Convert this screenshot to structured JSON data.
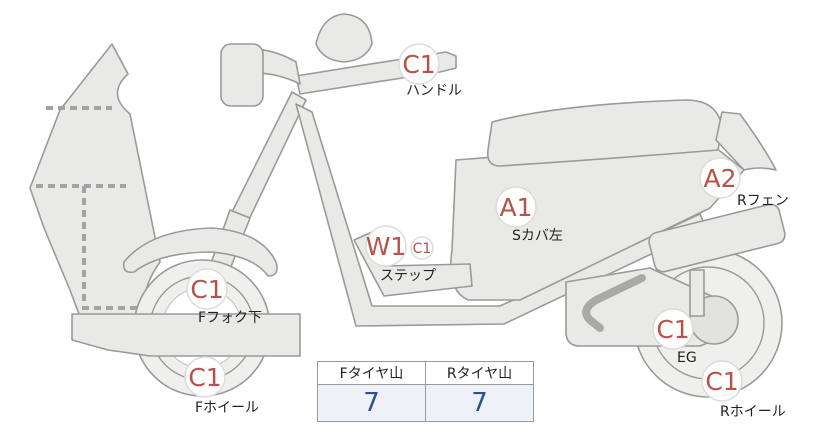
{
  "points": [
    {
      "id": "handle",
      "grade": "C1",
      "label": "ハンドル"
    },
    {
      "id": "r-fender",
      "grade": "A2",
      "label": "Rフェン"
    },
    {
      "id": "s-cover-left",
      "grade": "A1",
      "label": "Sカバ左"
    },
    {
      "id": "step",
      "grade": "W1",
      "grade_small": "C1",
      "label": "ステップ"
    },
    {
      "id": "f-fork-lower",
      "grade": "C1",
      "label": "Fフォク下"
    },
    {
      "id": "eg",
      "grade": "C1",
      "label": "EG"
    },
    {
      "id": "f-wheel",
      "grade": "C1",
      "label": "Fホイール"
    },
    {
      "id": "r-wheel",
      "grade": "C1",
      "label": "Rホイール"
    }
  ],
  "tire_table": {
    "headers": [
      "Fタイヤ山",
      "Rタイヤ山"
    ],
    "values": [
      "7",
      "7"
    ]
  },
  "colors": {
    "grade_text": "#b5524a",
    "table_value": "#2e4f8f",
    "bike_fill": "#e9e9e7",
    "bike_outline": "#9a9a98"
  }
}
